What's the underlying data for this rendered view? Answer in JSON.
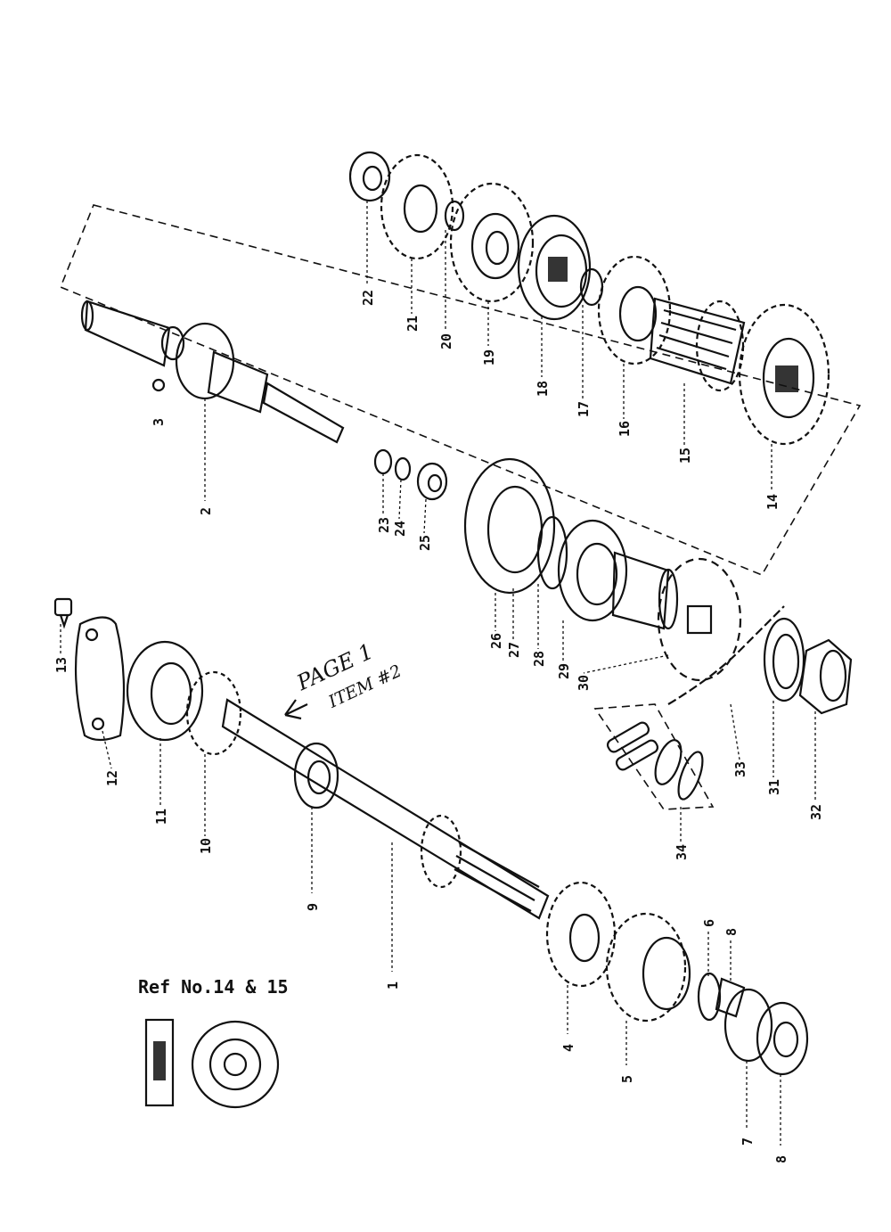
{
  "diagram": {
    "ref_note": "Ref No.14 & 15",
    "handwritten_line1": "PAGE 1",
    "handwritten_line2": "ITEM #2",
    "parts": [
      {
        "id": "p22",
        "label": "22"
      },
      {
        "id": "p21",
        "label": "21"
      },
      {
        "id": "p20",
        "label": "20"
      },
      {
        "id": "p19",
        "label": "19"
      },
      {
        "id": "p18",
        "label": "18"
      },
      {
        "id": "p17",
        "label": "17"
      },
      {
        "id": "p16",
        "label": "16"
      },
      {
        "id": "p15",
        "label": "15"
      },
      {
        "id": "p14",
        "label": "14"
      },
      {
        "id": "p3",
        "label": "3"
      },
      {
        "id": "p2",
        "label": "2"
      },
      {
        "id": "p23",
        "label": "23"
      },
      {
        "id": "p24",
        "label": "24"
      },
      {
        "id": "p25",
        "label": "25"
      },
      {
        "id": "p26",
        "label": "26"
      },
      {
        "id": "p27",
        "label": "27"
      },
      {
        "id": "p28",
        "label": "28"
      },
      {
        "id": "p29",
        "label": "29"
      },
      {
        "id": "p30",
        "label": "30"
      },
      {
        "id": "p33",
        "label": "33"
      },
      {
        "id": "p31",
        "label": "31"
      },
      {
        "id": "p32",
        "label": "32"
      },
      {
        "id": "p34",
        "label": "34"
      },
      {
        "id": "p13",
        "label": "13"
      },
      {
        "id": "p12",
        "label": "12"
      },
      {
        "id": "p11",
        "label": "11"
      },
      {
        "id": "p10",
        "label": "10"
      },
      {
        "id": "p9",
        "label": "9"
      },
      {
        "id": "p1",
        "label": "1"
      },
      {
        "id": "p4",
        "label": "4"
      },
      {
        "id": "p5",
        "label": "5"
      },
      {
        "id": "p6",
        "label": "6"
      },
      {
        "id": "p8a",
        "label": "8"
      },
      {
        "id": "p7",
        "label": "7"
      },
      {
        "id": "p8b",
        "label": "8"
      }
    ]
  }
}
